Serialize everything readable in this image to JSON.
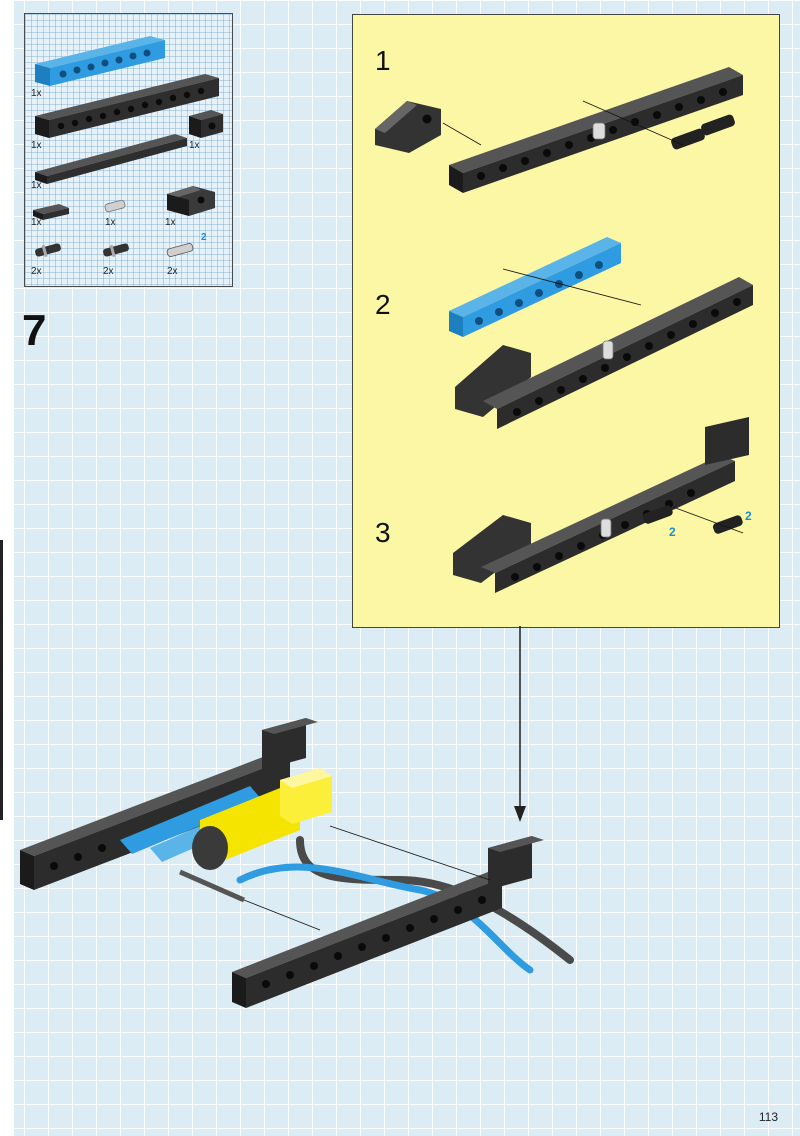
{
  "step": {
    "number": "7"
  },
  "parts_list": {
    "quantities": {
      "blue_beam": "1x",
      "long_beam": "1x",
      "small_brick": "1x",
      "plate": "1x",
      "small_plate": "1x",
      "axle_pin": "1x",
      "slope": "1x",
      "pin_a": "2x",
      "pin_b": "2x",
      "pin_c": "2x"
    },
    "callout_pin_c": "2"
  },
  "subassembly": {
    "steps": [
      "1",
      "2",
      "3"
    ],
    "callout_pins": "2",
    "callout_pin": "2"
  },
  "page_number": "113"
}
